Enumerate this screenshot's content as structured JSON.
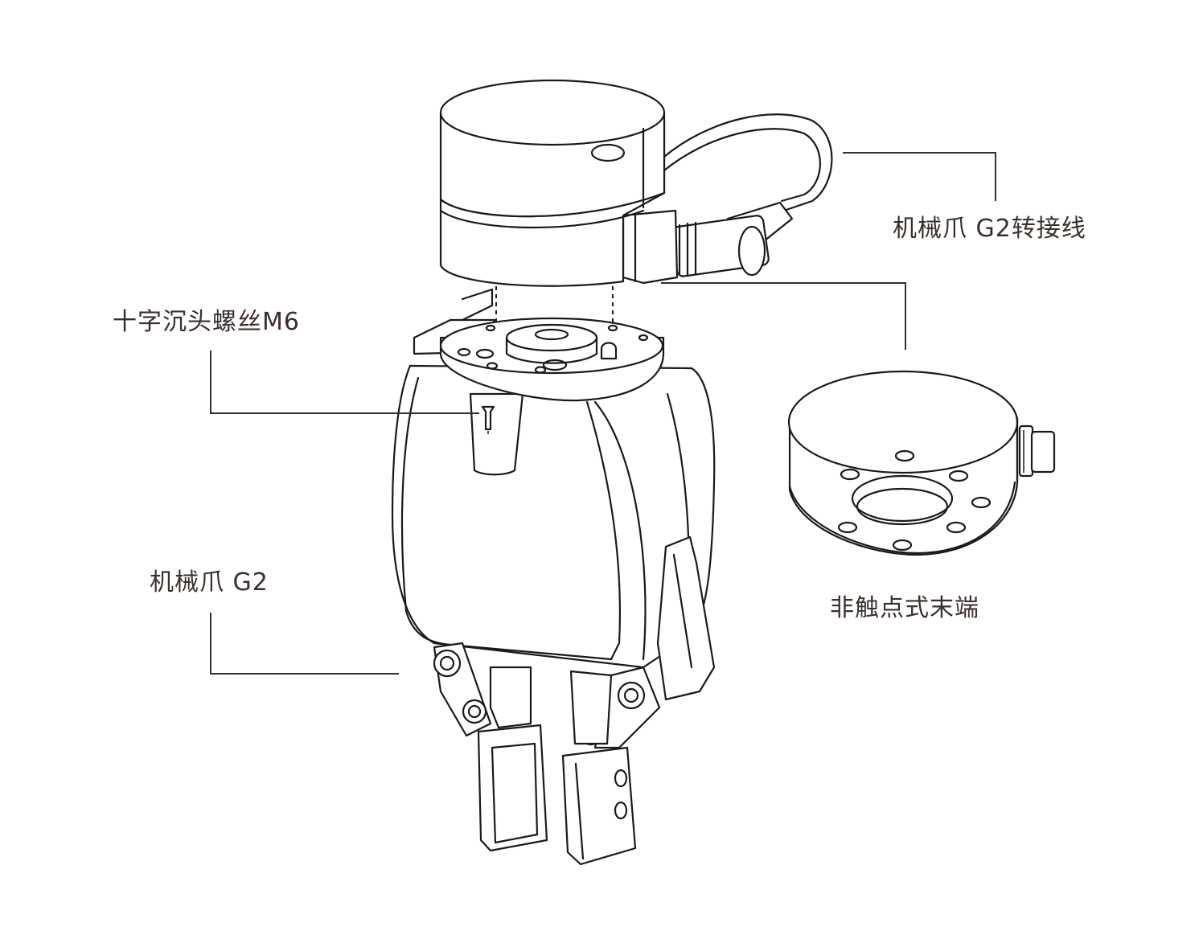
{
  "labels": {
    "cable": "机械爪 G2转接线",
    "screw": "十字沉头螺丝M6",
    "ring": "非触点式末端",
    "gripper": "机械爪 G2"
  }
}
